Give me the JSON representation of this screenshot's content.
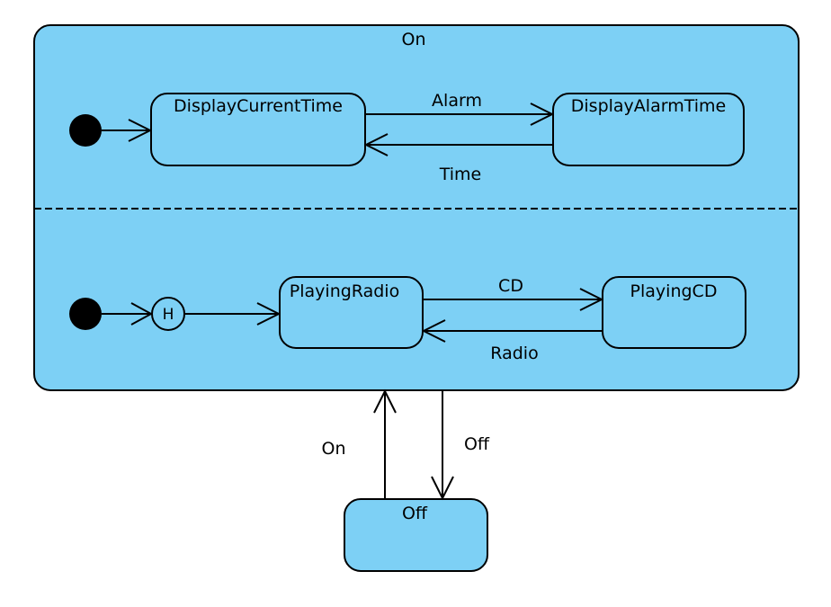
{
  "colors": {
    "state_fill": "#7dd0f5",
    "stroke": "#000000",
    "background": "#ffffff"
  },
  "composite_state": {
    "name": "On",
    "upper_region": {
      "states": [
        "DisplayCurrentTime",
        "DisplayAlarmTime"
      ],
      "transitions": [
        {
          "from": "DisplayCurrentTime",
          "to": "DisplayAlarmTime",
          "label": "Alarm"
        },
        {
          "from": "DisplayAlarmTime",
          "to": "DisplayCurrentTime",
          "label": "Time"
        }
      ]
    },
    "lower_region": {
      "history_label": "H",
      "states": [
        "PlayingRadio",
        "PlayingCD"
      ],
      "transitions": [
        {
          "from": "PlayingRadio",
          "to": "PlayingCD",
          "label": "CD"
        },
        {
          "from": "PlayingCD",
          "to": "PlayingRadio",
          "label": "Radio"
        }
      ]
    }
  },
  "off_state": {
    "name": "Off"
  },
  "outer_transitions": [
    {
      "from": "Off",
      "to": "On",
      "label": "On"
    },
    {
      "from": "On",
      "to": "Off",
      "label": "Off"
    }
  ]
}
